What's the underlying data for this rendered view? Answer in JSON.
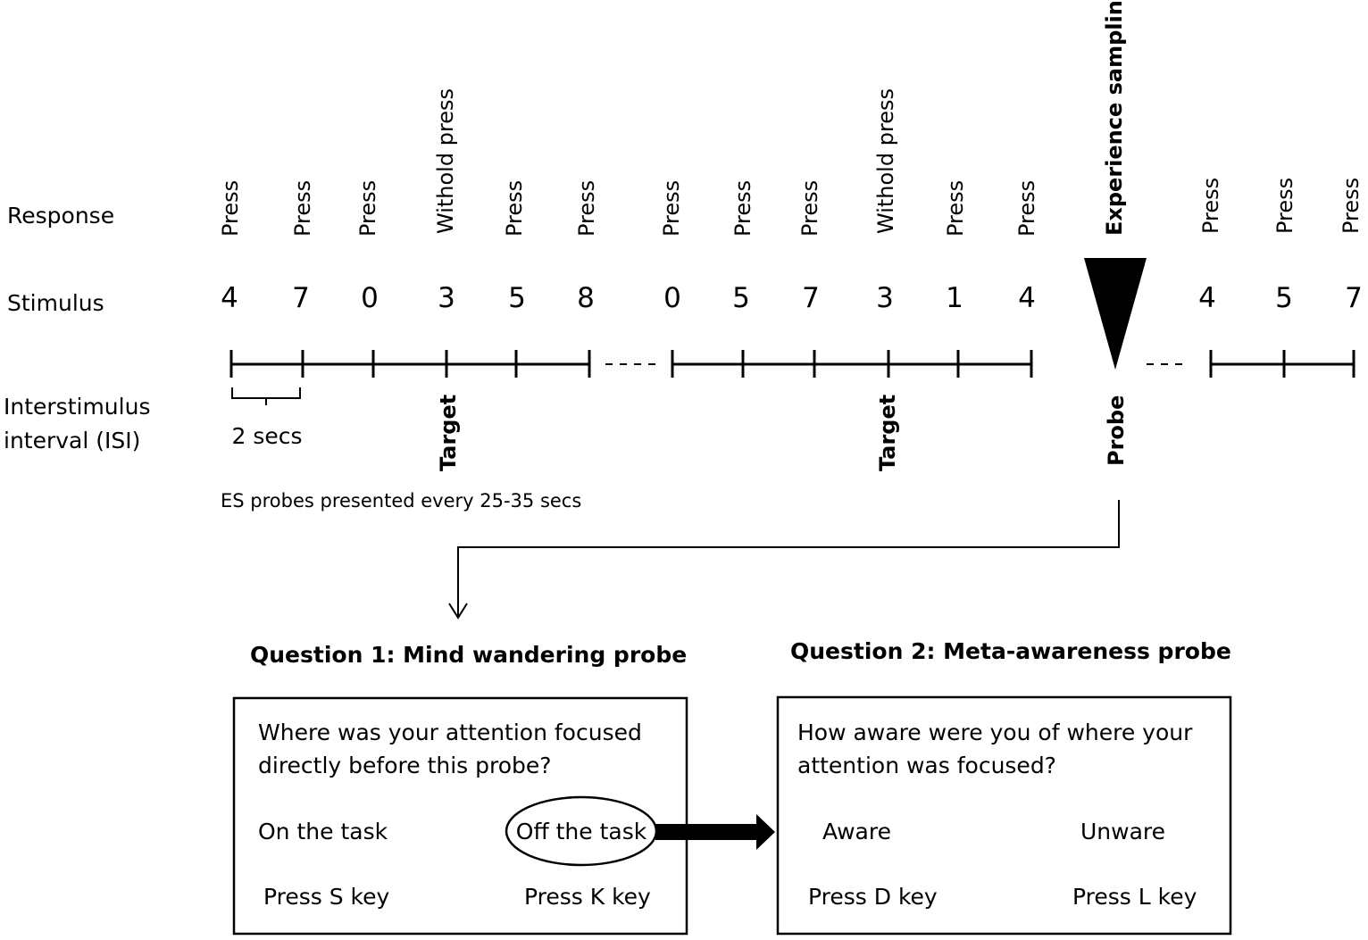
{
  "rows": {
    "response": "Response",
    "stimulus": "Stimulus",
    "isi_line1": "Interstimulus",
    "isi_line2": "interval (ISI)"
  },
  "responses": [
    "Press",
    "Press",
    "Press",
    "Withold press",
    "Press",
    "Press",
    "Press",
    "Press",
    "Press",
    "Withold press",
    "Press",
    "Press",
    "Experience sampling",
    "Press",
    "Press",
    "Press"
  ],
  "stimuli": [
    "4",
    "7",
    "0",
    "3",
    "5",
    "8",
    "0",
    "5",
    "7",
    "3",
    "1",
    "4",
    "4",
    "5",
    "7"
  ],
  "interval_label": "2 secs",
  "target_labels": [
    "Target",
    "Target"
  ],
  "probe_label": "Probe",
  "es_note": "ES probes presented every 25-35 secs",
  "question1": {
    "title": "Question 1: Mind wandering probe",
    "line1": "Where was your attention focused",
    "line2": "directly before this probe?",
    "option_left": "On the task",
    "option_right": "Off the task",
    "key_left": "Press S key",
    "key_right": "Press K key"
  },
  "question2": {
    "title": "Question 2: Meta-awareness probe",
    "line1": "How aware were you of where your",
    "line2": "attention was focused?",
    "option_left": "Aware",
    "option_right": "Unware",
    "key_left": "Press D key",
    "key_right": "Press L key"
  }
}
